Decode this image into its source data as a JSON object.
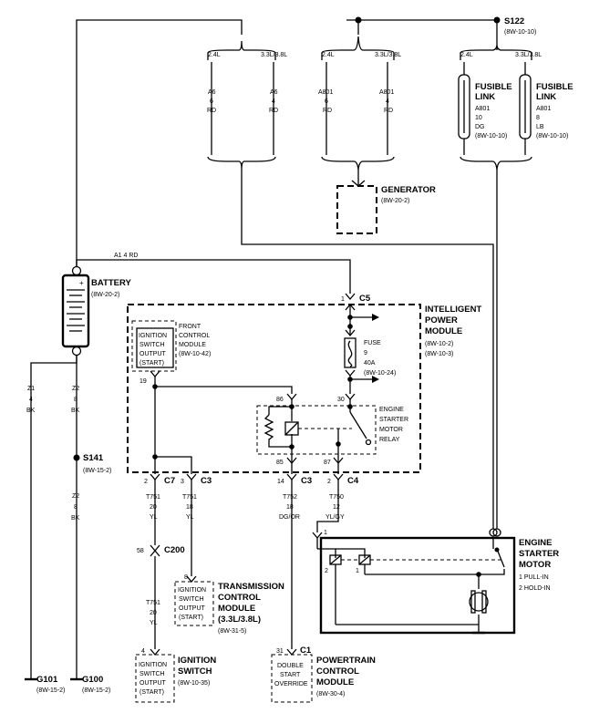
{
  "splice_s122": {
    "name": "S122",
    "ref": "(8W-10-10)"
  },
  "splice_s141": {
    "name": "S141",
    "ref": "(8W-15-2)"
  },
  "top_wires": {
    "a_24l": "2.4L",
    "a_33l": "3.3L/3.8L",
    "b_24l": "2.4L",
    "b_33l": "3.3L/3.8L",
    "c_24l": "2.4L",
    "c_33l": "3.3L/3.8L",
    "a6_2": [
      "A6",
      "6",
      "RD"
    ],
    "a6_4": [
      "A6",
      "4",
      "RD"
    ],
    "a801_6": [
      "A801",
      "6",
      "RD"
    ],
    "a801_4": [
      "A801",
      "4",
      "RD"
    ]
  },
  "fusible_link_1": {
    "title1": "FUSIBLE",
    "title2": "LINK",
    "lines": [
      "A801",
      "10",
      "DG",
      "(8W-10-10)"
    ]
  },
  "fusible_link_2": {
    "title1": "FUSIBLE",
    "title2": "LINK",
    "lines": [
      "A801",
      "8",
      "LB",
      "(8W-10-10)"
    ]
  },
  "generator": {
    "name": "GENERATOR",
    "ref": "(8W-20-2)"
  },
  "battery": {
    "name": "BATTERY",
    "ref": "(8W-20-2)",
    "wire": "A1   4 RD"
  },
  "ground_wires": {
    "z1": [
      "Z1",
      "4",
      "BK"
    ],
    "z2_upper": [
      "Z2",
      "8",
      "BK"
    ],
    "z2_lower": [
      "Z2",
      "8",
      "BK"
    ]
  },
  "ipm": {
    "title": [
      "INTELLIGENT",
      "POWER",
      "MODULE"
    ],
    "refs": [
      "(8W-10-2)",
      "(8W-10-3)"
    ],
    "c5": "C5",
    "c5_pin": "1",
    "fuse": [
      "FUSE",
      "9",
      "40A",
      "(8W-10-24)"
    ],
    "relay_label": [
      "ENGINE",
      "STARTER",
      "MOTOR",
      "RELAY"
    ],
    "pin_86": "86",
    "pin_30": "30",
    "pin_85": "85",
    "pin_87": "87"
  },
  "fcm": {
    "inner": [
      "IGNITION",
      "SWITCH",
      "OUTPUT",
      "(START)"
    ],
    "label": [
      "FRONT",
      "CONTROL",
      "MODULE",
      "(8W-10-42)"
    ],
    "pin": "19"
  },
  "connectors": {
    "c7": "C7",
    "c7_pin": "2",
    "c3a": "C3",
    "c3a_pin": "3",
    "c3b": "C3",
    "c3b_pin": "14",
    "c4": "C4",
    "c4_pin": "2",
    "c200": "C200",
    "c200_pin": "58",
    "c1": "C1",
    "c1_pin": "31",
    "tcm_pin": "8",
    "ign_pin": "4",
    "motor_pin": "1"
  },
  "wire_labels": {
    "t751_a": [
      "T751",
      "20",
      "YL"
    ],
    "t751_b": [
      "T751",
      "18",
      "YL"
    ],
    "t752": [
      "T752",
      "18",
      "DG/OR"
    ],
    "t750": [
      "T750",
      "12",
      "YL/GY"
    ],
    "t751_c": [
      "T751",
      "20",
      "YL"
    ]
  },
  "tcm": {
    "inner": [
      "IGNITION",
      "SWITCH",
      "OUTPUT",
      "(START)"
    ],
    "title": [
      "TRANSMISSION",
      "CONTROL",
      "MODULE",
      "(3.3L/3.8L)"
    ],
    "ref": "(8W-31-5)"
  },
  "ignition_switch": {
    "inner": [
      "IGNITION",
      "SWITCH",
      "OUTPUT",
      "(START)"
    ],
    "title": [
      "IGNITION",
      "SWITCH"
    ],
    "ref": "(8W-10-35)"
  },
  "pcm": {
    "inner": [
      "DOUBLE",
      "START",
      "OVERRIDE"
    ],
    "title": [
      "POWERTRAIN",
      "CONTROL",
      "MODULE"
    ],
    "ref": "(8W-30-4)"
  },
  "starter": {
    "title": [
      "ENGINE",
      "STARTER",
      "MOTOR"
    ],
    "lines": [
      "1 PULL-IN",
      "2 HOLD-IN"
    ],
    "coil1": "2",
    "coil2": "1"
  },
  "grounds": {
    "g101": "G101",
    "g101_ref": "(8W-15-2)",
    "g100": "G100",
    "g100_ref": "(8W-15-2)"
  }
}
